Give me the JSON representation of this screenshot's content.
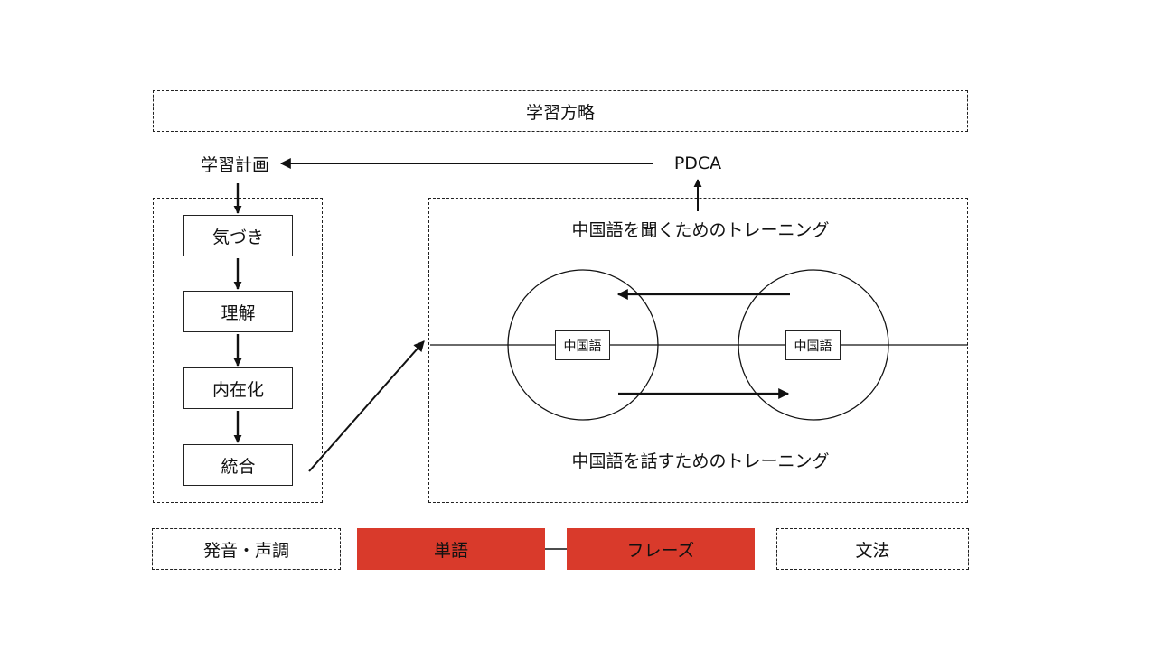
{
  "strategy": {
    "label": "学習方略"
  },
  "plan": {
    "label": "学習計画"
  },
  "pdca": {
    "label": "PDCA"
  },
  "process": {
    "steps": [
      {
        "label": "気づき"
      },
      {
        "label": "理解"
      },
      {
        "label": "内在化"
      },
      {
        "label": "統合"
      }
    ]
  },
  "training": {
    "listening_label": "中国語を聞くためのトレーニング",
    "speaking_label": "中国語を話すためのトレーニング",
    "left_node": "中国語",
    "right_node": "中国語"
  },
  "bottom": {
    "pronunciation": "発音・声調",
    "vocabulary": "単語",
    "phrases": "フレーズ",
    "grammar": "文法"
  },
  "colors": {
    "highlight": "#d93a2b",
    "line": "#111111",
    "background": "#ffffff"
  }
}
